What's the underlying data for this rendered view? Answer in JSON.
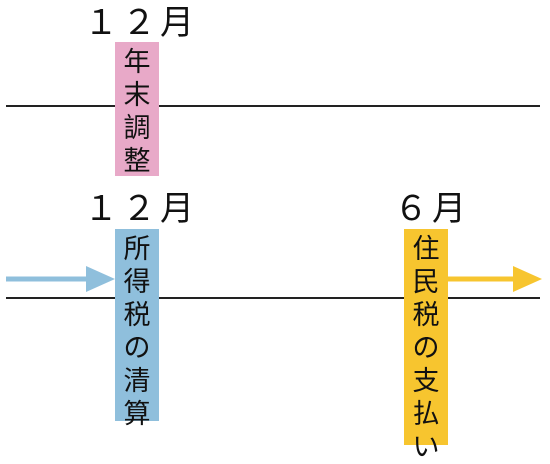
{
  "timeline_top": {
    "month_label": "１２月",
    "event_chars": [
      "年",
      "末",
      "調",
      "整"
    ],
    "event_color": "#e8a9c8"
  },
  "timeline_bottom": {
    "left_month_label": "１２月",
    "left_event_chars": [
      "所",
      "得",
      "税",
      "の",
      "清",
      "算"
    ],
    "left_event_color": "#8fbfdc",
    "right_month_label": "６月",
    "right_event_chars": [
      "住",
      "民",
      "税",
      "の",
      "支",
      "払",
      "い"
    ],
    "right_event_color": "#f7c52f"
  },
  "arrows": {
    "incoming_color": "#8fbfdc",
    "outgoing_color": "#f7c52f"
  }
}
